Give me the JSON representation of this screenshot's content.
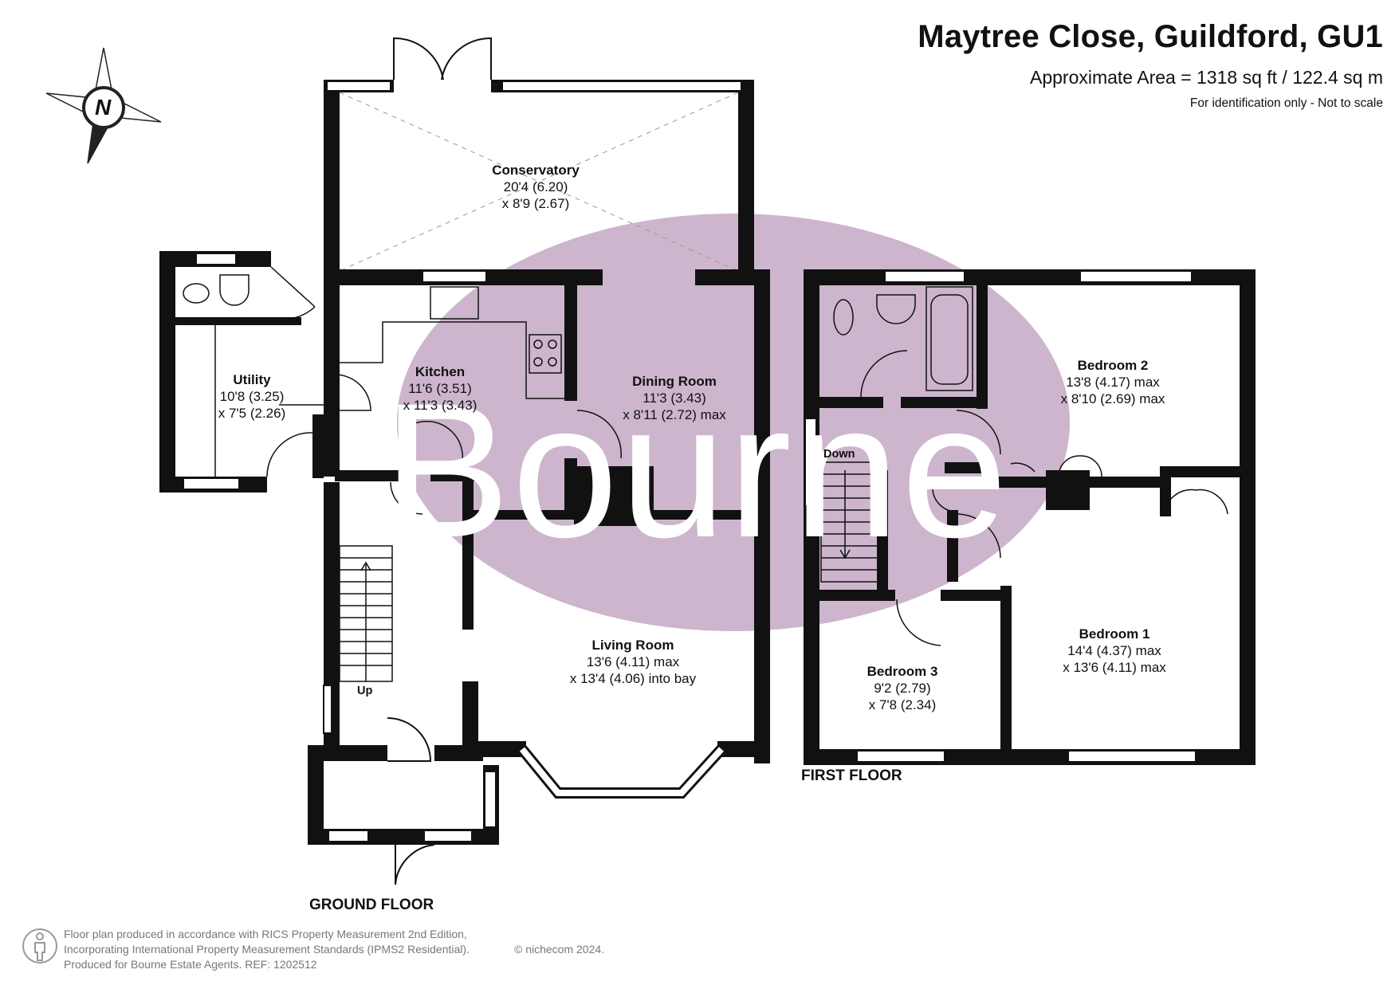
{
  "header": {
    "title": "Maytree Close, Guildford, GU1",
    "area": "Approximate Area = 1318 sq ft / 122.4 sq m",
    "note": "For identification only - Not to scale"
  },
  "watermark": {
    "text": "Bourne",
    "color": "#cdb5cd"
  },
  "compass": {
    "label": "N"
  },
  "ground_floor": {
    "label": "GROUND FLOOR",
    "stairs_label": "Up",
    "rooms": {
      "conservatory": {
        "name": "Conservatory",
        "dim1": "20'4 (6.20)",
        "dim2": "x 8'9 (2.67)"
      },
      "utility": {
        "name": "Utility",
        "dim1": "10'8 (3.25)",
        "dim2": "x 7'5 (2.26)"
      },
      "kitchen": {
        "name": "Kitchen",
        "dim1": "11'6 (3.51)",
        "dim2": "x 11'3 (3.43)"
      },
      "dining": {
        "name": "Dining Room",
        "dim1": "11'3 (3.43)",
        "dim2": "x 8'11 (2.72) max"
      },
      "living": {
        "name": "Living Room",
        "dim1": "13'6 (4.11) max",
        "dim2": "x 13'4 (4.06) into bay"
      }
    }
  },
  "first_floor": {
    "label": "FIRST FLOOR",
    "stairs_label": "Down",
    "rooms": {
      "bedroom2": {
        "name": "Bedroom 2",
        "dim1": "13'8 (4.17) max",
        "dim2": "x 8'10 (2.69) max"
      },
      "bedroom1": {
        "name": "Bedroom 1",
        "dim1": "14'4 (4.37) max",
        "dim2": "x 13'6 (4.11) max"
      },
      "bedroom3": {
        "name": "Bedroom 3",
        "dim1": "9'2 (2.79)",
        "dim2": "x 7'8 (2.34)"
      }
    }
  },
  "footer": {
    "line1": "Floor plan produced in accordance with RICS Property Measurement 2nd Edition,",
    "line2": "Incorporating International Property Measurement Standards (IPMS2 Residential).",
    "line3": "Produced for Bourne Estate Agents.   REF:  1202512",
    "copyright": "© nichecom 2024."
  }
}
